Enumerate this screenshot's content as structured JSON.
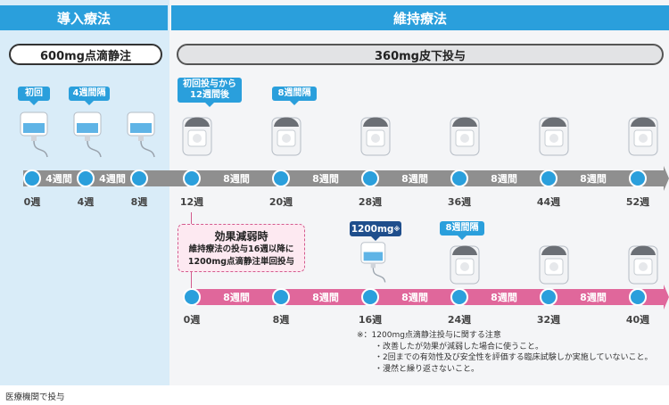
{
  "phases": {
    "induction": {
      "title": "導入療法",
      "regimen": "600mg点滴静注",
      "color": "#2a9fdc"
    },
    "maintenance": {
      "title": "維持療法",
      "regimen": "360mg皮下投与",
      "color": "#2a9fdc"
    }
  },
  "callouts": {
    "initial": "初回",
    "every4": "4週間隔",
    "first12": "初回投与から\n12週間後",
    "every8_top": "8週間隔",
    "dose1200": "1200mg",
    "dose1200_mark": "※",
    "every8_bottom": "8週間隔"
  },
  "top_timeline": {
    "color": "#8f8f8f",
    "segments": [
      "4週間",
      "4週間",
      "8週間",
      "8週間",
      "8週間",
      "8週間",
      "8週間"
    ],
    "weeks": [
      "0週",
      "4週",
      "8週",
      "12週",
      "20週",
      "28週",
      "36週",
      "44週",
      "52週"
    ]
  },
  "bottom_timeline": {
    "color": "#e0679b",
    "segments": [
      "8週間",
      "8週間",
      "8週間",
      "8週間",
      "8週間"
    ],
    "weeks": [
      "0週",
      "8週",
      "16週",
      "24週",
      "32週",
      "40週"
    ]
  },
  "waning_box": {
    "title": "効果減弱時",
    "line1": "維持療法の投与16週以降に",
    "line2": "1200mg点滴静注単回投与"
  },
  "note": {
    "head": "※：1200mg点滴静注投与に関する注意",
    "items": [
      "・改善したが効果が減弱した場合に使うこと。",
      "・2回までの有効性及び安全性を評価する臨床試験しか実施していないこと。",
      "・漫然と繰り返さないこと。"
    ]
  },
  "footer": "医療機関で投与"
}
